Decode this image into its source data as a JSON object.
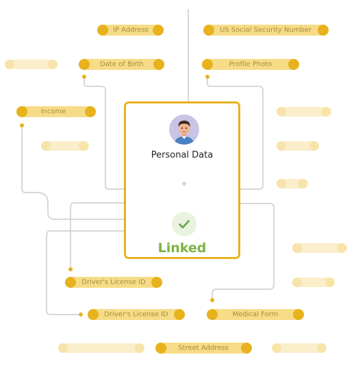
{
  "card": {
    "title": "Personal Data",
    "status": "Linked",
    "avatar_icon": "person-avatar-icon",
    "status_icon": "check-icon"
  },
  "fields": {
    "ip_address": "IP Address",
    "ssn": "US Social Security Number",
    "date_of_birth": "Date of Birth",
    "profile_photo": "Profile Photo",
    "income": "Income",
    "drivers_license_1": "Driver's License ID",
    "drivers_license_2": "Driver's License ID",
    "medical_form": "Medical Form",
    "street_address": "Street Address"
  },
  "colors": {
    "accent": "#e8b21e",
    "pill": "#f6dc86",
    "pill_faint": "#fbeecb",
    "label": "#a78c3f",
    "connector": "#d7d7d7",
    "linked": "#7cb342",
    "check_bg": "#e9f3df"
  }
}
